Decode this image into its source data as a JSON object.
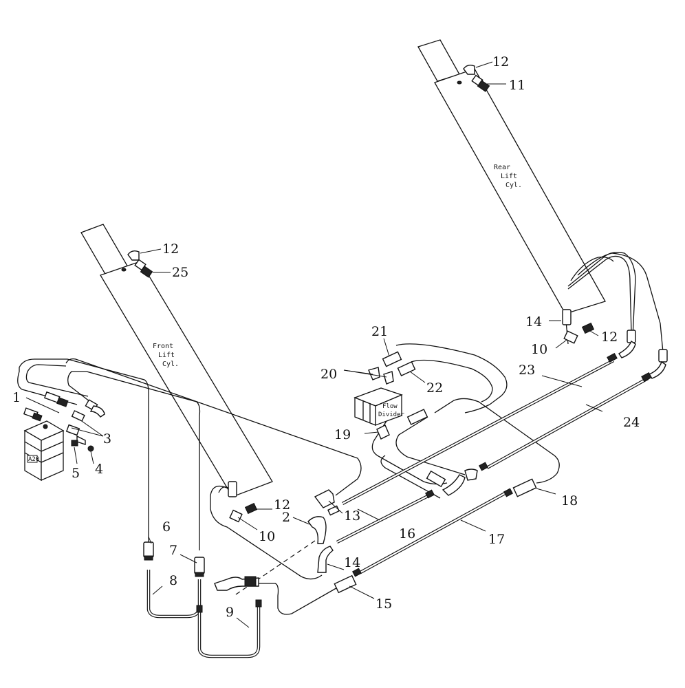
{
  "callouts": {
    "c1": "1",
    "c2": "2",
    "c3": "3",
    "c4": "4",
    "c5": "5",
    "c6": "6",
    "c7": "7",
    "c8": "8",
    "c9": "9",
    "c10a": "10",
    "c10b": "10",
    "c11": "11",
    "c12a": "12",
    "c12b": "12",
    "c12c": "12",
    "c12d": "12",
    "c13": "13",
    "c14a": "14",
    "c14b": "14",
    "c15": "15",
    "c16": "16",
    "c17": "17",
    "c18": "18",
    "c19": "19",
    "c20": "20",
    "c21": "21",
    "c22": "22",
    "c23": "23",
    "c24": "24",
    "c25": "25"
  },
  "labels": {
    "front_cyl": [
      "Front",
      "Lift",
      "Cyl."
    ],
    "rear_cyl": [
      "Rear",
      "Lift",
      "Cyl."
    ],
    "flow_divider": [
      "Flow",
      "Divider"
    ],
    "valve": "A20"
  }
}
